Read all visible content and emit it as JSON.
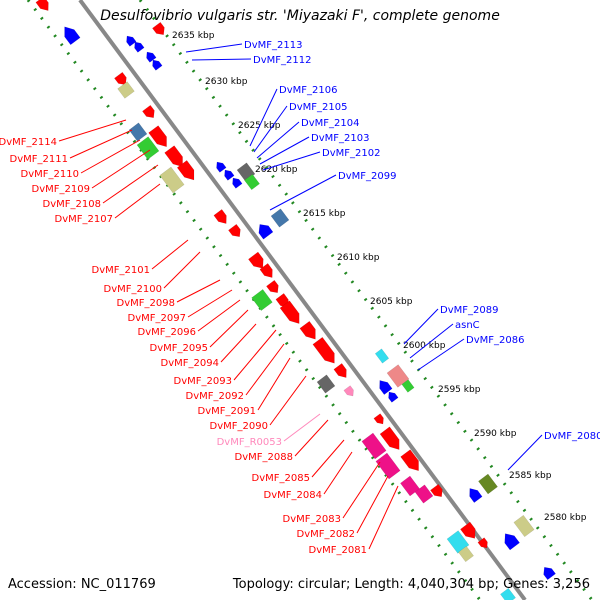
{
  "title": "Desulfovibrio vulgaris str. 'Miyazaki F', complete genome",
  "footer": {
    "accession": "Accession: NC_011769",
    "topology": "Topology: circular; Length: 4,040,304 bp; Genes: 3,256"
  },
  "colors": {
    "red": "#ff0000",
    "blue": "#0000ff",
    "pink": "#ff88bb",
    "magenta": "#ee1188",
    "khaki": "#cccc88",
    "olive": "#668822",
    "grey": "#666666",
    "steel": "#4477aa",
    "green": "#33cc33",
    "cyan": "#33ddee",
    "salmon": "#ee8888",
    "scale": "#228822",
    "backbone": "#888888"
  },
  "scale_labels": [
    "2635 kbp",
    "2630 kbp",
    "2625 kbp",
    "2620 kbp",
    "2615 kbp",
    "2610 kbp",
    "2605 kbp",
    "2600 kbp",
    "2595 kbp",
    "2590 kbp",
    "2585 kbp",
    "2580 kbp"
  ],
  "genes_right": [
    {
      "name": "DvMF_2113",
      "color": "blue"
    },
    {
      "name": "DvMF_2112",
      "color": "blue"
    },
    {
      "name": "DvMF_2106",
      "color": "blue"
    },
    {
      "name": "DvMF_2105",
      "color": "blue"
    },
    {
      "name": "DvMF_2104",
      "color": "blue"
    },
    {
      "name": "DvMF_2103",
      "color": "blue"
    },
    {
      "name": "DvMF_2102",
      "color": "blue"
    },
    {
      "name": "DvMF_2099",
      "color": "blue"
    },
    {
      "name": "DvMF_2089",
      "color": "blue"
    },
    {
      "name": "asnC",
      "color": "blue"
    },
    {
      "name": "DvMF_2086",
      "color": "blue"
    },
    {
      "name": "DvMF_2080",
      "color": "blue"
    }
  ],
  "genes_left": [
    {
      "name": "DvMF_2114",
      "color": "red"
    },
    {
      "name": "DvMF_2111",
      "color": "red"
    },
    {
      "name": "DvMF_2110",
      "color": "red"
    },
    {
      "name": "DvMF_2109",
      "color": "red"
    },
    {
      "name": "DvMF_2108",
      "color": "red"
    },
    {
      "name": "DvMF_2107",
      "color": "red"
    },
    {
      "name": "DvMF_2101",
      "color": "red"
    },
    {
      "name": "DvMF_2100",
      "color": "red"
    },
    {
      "name": "DvMF_2098",
      "color": "red"
    },
    {
      "name": "DvMF_2097",
      "color": "red"
    },
    {
      "name": "DvMF_2096",
      "color": "red"
    },
    {
      "name": "DvMF_2095",
      "color": "red"
    },
    {
      "name": "DvMF_2094",
      "color": "red"
    },
    {
      "name": "DvMF_2093",
      "color": "red"
    },
    {
      "name": "DvMF_2092",
      "color": "red"
    },
    {
      "name": "DvMF_2091",
      "color": "red"
    },
    {
      "name": "DvMF_2090",
      "color": "red"
    },
    {
      "name": "DvMF_R0053",
      "color": "pink"
    },
    {
      "name": "DvMF_2088",
      "color": "red"
    },
    {
      "name": "DvMF_2085",
      "color": "red"
    },
    {
      "name": "DvMF_2084",
      "color": "red"
    },
    {
      "name": "DvMF_2083",
      "color": "red"
    },
    {
      "name": "DvMF_2082",
      "color": "red"
    },
    {
      "name": "DvMF_2081",
      "color": "red"
    }
  ]
}
